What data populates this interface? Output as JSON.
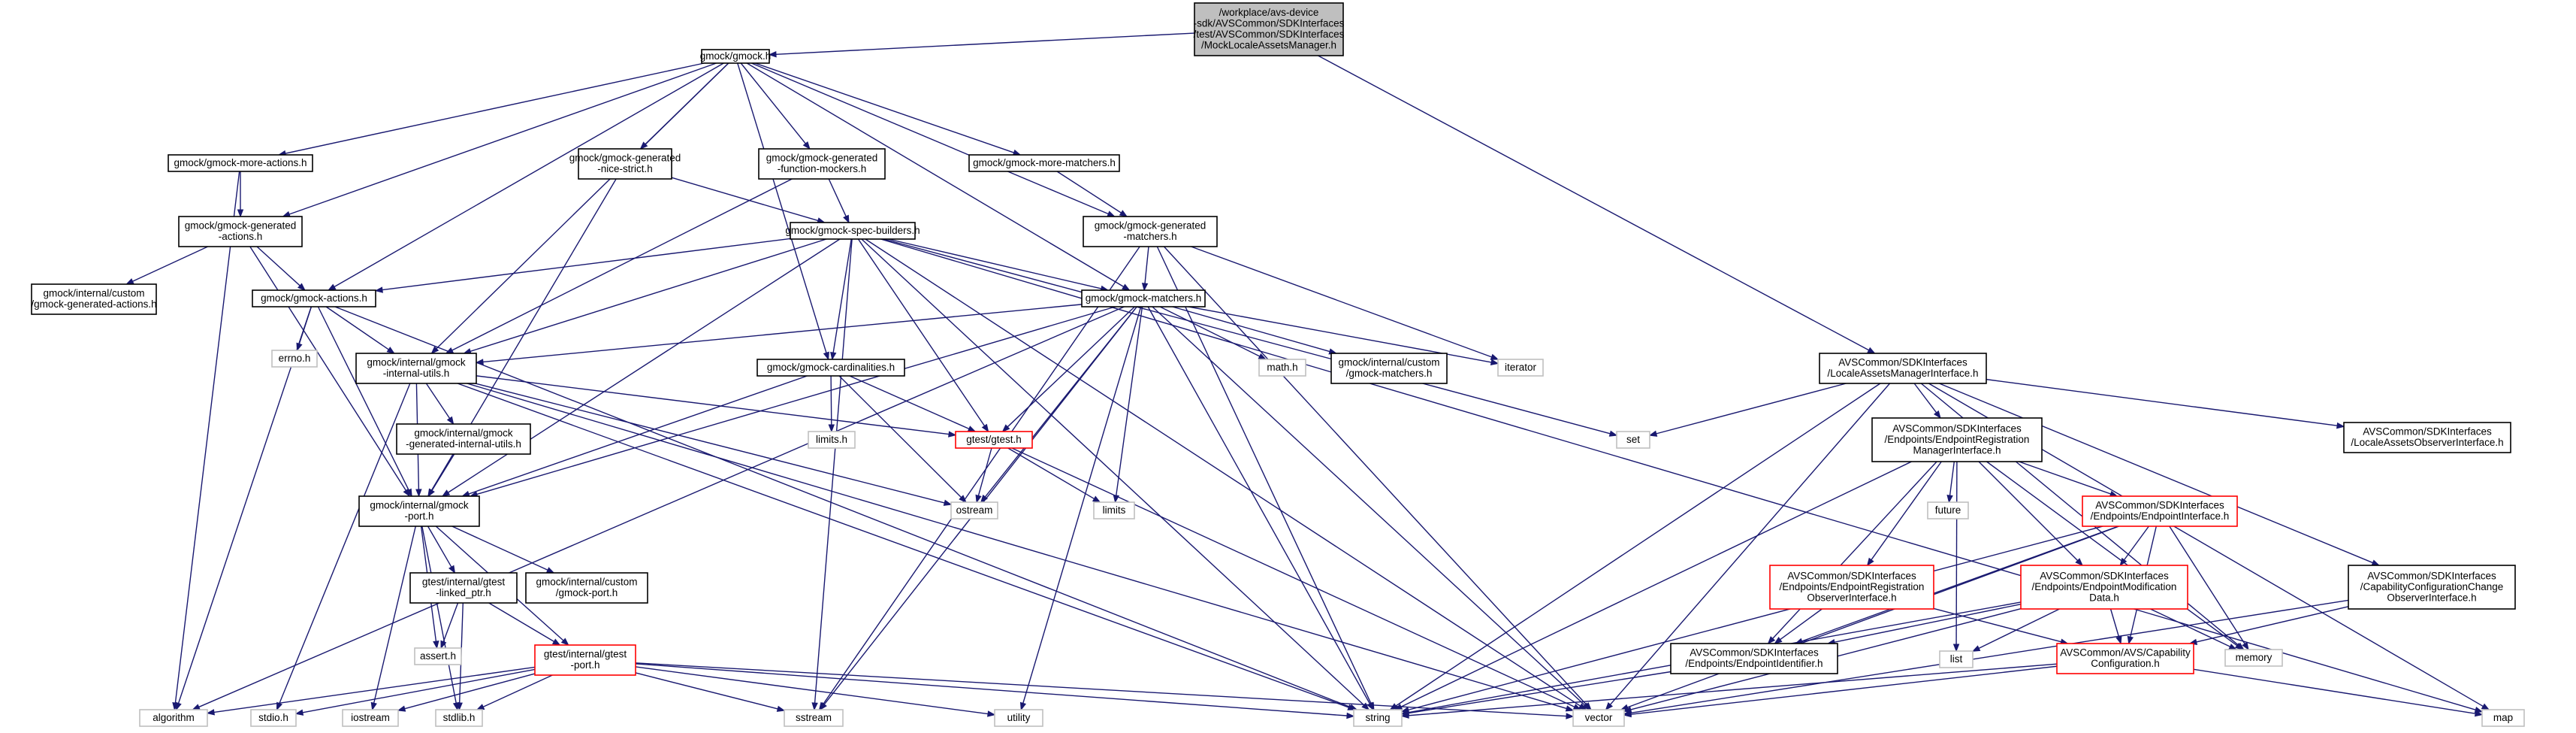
{
  "diagram": {
    "kind": "include-dependency-graph",
    "colors": {
      "edge": "#191970",
      "root_fill": "#bfbfbf",
      "normal_border": "#000000",
      "truncated_border": "#ff0000",
      "external_border": "#bfbfbf"
    },
    "nodes": [
      {
        "id": "root",
        "style": "root",
        "lines": [
          "/workplace/avs-device",
          "-sdk/AVSCommon/SDKInterfaces",
          "/test/AVSCommon/SDKInterfaces",
          "/MockLocaleAssetsManager.h"
        ]
      },
      {
        "id": "gmock",
        "style": "normal",
        "lines": [
          "gmock/gmock.h"
        ]
      },
      {
        "id": "gmock_more_actions",
        "style": "normal",
        "lines": [
          "gmock/gmock-more-actions.h"
        ]
      },
      {
        "id": "gmock_gen_nice_strict",
        "style": "normal",
        "lines": [
          "gmock/gmock-generated",
          "-nice-strict.h"
        ]
      },
      {
        "id": "gmock_gen_function_mockers",
        "style": "normal",
        "lines": [
          "gmock/gmock-generated",
          "-function-mockers.h"
        ]
      },
      {
        "id": "gmock_more_matchers",
        "style": "normal",
        "lines": [
          "gmock/gmock-more-matchers.h"
        ]
      },
      {
        "id": "gmock_gen_actions",
        "style": "normal",
        "lines": [
          "gmock/gmock-generated",
          "-actions.h"
        ]
      },
      {
        "id": "gmock_gen_matchers",
        "style": "normal",
        "lines": [
          "gmock/gmock-generated",
          "-matchers.h"
        ]
      },
      {
        "id": "gmock_spec_builders",
        "style": "normal",
        "lines": [
          "gmock/gmock-spec-builders.h"
        ]
      },
      {
        "id": "internal_custom_gen_actions",
        "style": "normal",
        "lines": [
          "gmock/internal/custom",
          "/gmock-generated-actions.h"
        ]
      },
      {
        "id": "gmock_actions",
        "style": "normal",
        "lines": [
          "gmock/gmock-actions.h"
        ]
      },
      {
        "id": "gmock_matchers",
        "style": "normal",
        "lines": [
          "gmock/gmock-matchers.h"
        ]
      },
      {
        "id": "errno",
        "style": "gray",
        "lines": [
          "errno.h"
        ]
      },
      {
        "id": "gmock_internal_utils",
        "style": "normal",
        "lines": [
          "gmock/internal/gmock",
          "-internal-utils.h"
        ]
      },
      {
        "id": "gmock_cardinalities",
        "style": "normal",
        "lines": [
          "gmock/gmock-cardinalities.h"
        ]
      },
      {
        "id": "math",
        "style": "gray",
        "lines": [
          "math.h"
        ]
      },
      {
        "id": "internal_custom_matchers",
        "style": "normal",
        "lines": [
          "gmock/internal/custom",
          "/gmock-matchers.h"
        ]
      },
      {
        "id": "iterator",
        "style": "gray",
        "lines": [
          "iterator"
        ]
      },
      {
        "id": "gmock_gen_internal_utils",
        "style": "normal",
        "lines": [
          "gmock/internal/gmock",
          "-generated-internal-utils.h"
        ]
      },
      {
        "id": "limits_h",
        "style": "gray",
        "lines": [
          "limits.h"
        ]
      },
      {
        "id": "gtest",
        "style": "red",
        "lines": [
          "gtest/gtest.h"
        ]
      },
      {
        "id": "gmock_port",
        "style": "normal",
        "lines": [
          "gmock/internal/gmock",
          "-port.h"
        ]
      },
      {
        "id": "ostream",
        "style": "gray",
        "lines": [
          "ostream"
        ]
      },
      {
        "id": "limits",
        "style": "gray",
        "lines": [
          "limits"
        ]
      },
      {
        "id": "gtest_linked_ptr",
        "style": "normal",
        "lines": [
          "gtest/internal/gtest",
          "-linked_ptr.h"
        ]
      },
      {
        "id": "internal_custom_port",
        "style": "normal",
        "lines": [
          "gmock/internal/custom",
          "/gmock-port.h"
        ]
      },
      {
        "id": "assert",
        "style": "gray",
        "lines": [
          "assert.h"
        ]
      },
      {
        "id": "gtest_port",
        "style": "red",
        "lines": [
          "gtest/internal/gtest",
          "-port.h"
        ]
      },
      {
        "id": "algorithm",
        "style": "gray",
        "lines": [
          "algorithm"
        ]
      },
      {
        "id": "stdio",
        "style": "gray",
        "lines": [
          "stdio.h"
        ]
      },
      {
        "id": "iostream",
        "style": "gray",
        "lines": [
          "iostream"
        ]
      },
      {
        "id": "stdlib",
        "style": "gray",
        "lines": [
          "stdlib.h"
        ]
      },
      {
        "id": "sstream",
        "style": "gray",
        "lines": [
          "sstream"
        ]
      },
      {
        "id": "utility",
        "style": "gray",
        "lines": [
          "utility"
        ]
      },
      {
        "id": "string",
        "style": "gray",
        "lines": [
          "string"
        ]
      },
      {
        "id": "vector",
        "style": "gray",
        "lines": [
          "vector"
        ]
      },
      {
        "id": "locale_assets_mgr",
        "style": "normal",
        "lines": [
          "AVSCommon/SDKInterfaces",
          "/LocaleAssetsManagerInterface.h"
        ]
      },
      {
        "id": "set",
        "style": "gray",
        "lines": [
          "set"
        ]
      },
      {
        "id": "endpoint_reg_mgr",
        "style": "normal",
        "lines": [
          "AVSCommon/SDKInterfaces",
          "/Endpoints/EndpointRegistration",
          "ManagerInterface.h"
        ]
      },
      {
        "id": "locale_assets_observer",
        "style": "normal",
        "lines": [
          "AVSCommon/SDKInterfaces",
          "/LocaleAssetsObserverInterface.h"
        ]
      },
      {
        "id": "future",
        "style": "gray",
        "lines": [
          "future"
        ]
      },
      {
        "id": "endpoint_interface",
        "style": "red",
        "lines": [
          "AVSCommon/SDKInterfaces",
          "/Endpoints/EndpointInterface.h"
        ]
      },
      {
        "id": "endpoint_reg_observer",
        "style": "red",
        "lines": [
          "AVSCommon/SDKInterfaces",
          "/Endpoints/EndpointRegistration",
          "ObserverInterface.h"
        ]
      },
      {
        "id": "endpoint_mod_data",
        "style": "red",
        "lines": [
          "AVSCommon/SDKInterfaces",
          "/Endpoints/EndpointModification",
          "Data.h"
        ]
      },
      {
        "id": "cap_config_change_observer",
        "style": "normal",
        "lines": [
          "AVSCommon/SDKInterfaces",
          "/CapabilityConfigurationChange",
          "ObserverInterface.h"
        ]
      },
      {
        "id": "endpoint_identifier",
        "style": "normal",
        "lines": [
          "AVSCommon/SDKInterfaces",
          "/Endpoints/EndpointIdentifier.h"
        ]
      },
      {
        "id": "list",
        "style": "gray",
        "lines": [
          "list"
        ]
      },
      {
        "id": "memory",
        "style": "gray",
        "lines": [
          "memory"
        ]
      },
      {
        "id": "cap_config",
        "style": "red",
        "lines": [
          "AVSCommon/AVS/Capability",
          "Configuration.h"
        ]
      },
      {
        "id": "map",
        "style": "gray",
        "lines": [
          "map"
        ]
      }
    ],
    "edges": [
      [
        "root",
        "gmock"
      ],
      [
        "root",
        "locale_assets_mgr"
      ],
      [
        "gmock",
        "gmock_more_actions"
      ],
      [
        "gmock",
        "gmock_gen_nice_strict"
      ],
      [
        "gmock",
        "gmock_gen_function_mockers"
      ],
      [
        "gmock",
        "gmock_more_matchers"
      ],
      [
        "gmock",
        "gmock_gen_actions"
      ],
      [
        "gmock",
        "gmock_gen_matchers"
      ],
      [
        "gmock",
        "gmock_actions"
      ],
      [
        "gmock",
        "gmock_matchers"
      ],
      [
        "gmock",
        "gmock_internal_utils"
      ],
      [
        "gmock",
        "gmock_cardinalities"
      ],
      [
        "gmock_more_actions",
        "gmock_gen_actions"
      ],
      [
        "gmock_more_actions",
        "algorithm"
      ],
      [
        "gmock_gen_nice_strict",
        "gmock_port"
      ],
      [
        "gmock_gen_nice_strict",
        "gmock_spec_builders"
      ],
      [
        "gmock_gen_function_mockers",
        "gmock_spec_builders"
      ],
      [
        "gmock_gen_function_mockers",
        "gmock_internal_utils"
      ],
      [
        "gmock_more_matchers",
        "gmock_gen_matchers"
      ],
      [
        "gmock_gen_actions",
        "internal_custom_gen_actions"
      ],
      [
        "gmock_gen_actions",
        "gmock_actions"
      ],
      [
        "gmock_gen_actions",
        "gmock_port"
      ],
      [
        "gmock_gen_matchers",
        "gmock_matchers"
      ],
      [
        "gmock_gen_matchers",
        "iterator"
      ],
      [
        "gmock_gen_matchers",
        "sstream"
      ],
      [
        "gmock_gen_matchers",
        "string"
      ],
      [
        "gmock_gen_matchers",
        "vector"
      ],
      [
        "gmock_spec_builders",
        "gmock_actions"
      ],
      [
        "gmock_spec_builders",
        "gmock_matchers"
      ],
      [
        "gmock_spec_builders",
        "gmock_cardinalities"
      ],
      [
        "gmock_spec_builders",
        "gmock_internal_utils"
      ],
      [
        "gmock_spec_builders",
        "gmock_port"
      ],
      [
        "gmock_spec_builders",
        "gtest"
      ],
      [
        "gmock_spec_builders",
        "set"
      ],
      [
        "gmock_spec_builders",
        "map"
      ],
      [
        "gmock_spec_builders",
        "vector"
      ],
      [
        "gmock_spec_builders",
        "sstream"
      ],
      [
        "gmock_spec_builders",
        "string"
      ],
      [
        "gmock_actions",
        "errno"
      ],
      [
        "gmock_actions",
        "algorithm"
      ],
      [
        "gmock_actions",
        "gmock_internal_utils"
      ],
      [
        "gmock_actions",
        "gmock_port"
      ],
      [
        "gmock_actions",
        "string"
      ],
      [
        "gmock_matchers",
        "math"
      ],
      [
        "gmock_matchers",
        "internal_custom_matchers"
      ],
      [
        "gmock_matchers",
        "iterator"
      ],
      [
        "gmock_matchers",
        "gmock_internal_utils"
      ],
      [
        "gmock_matchers",
        "gmock_port"
      ],
      [
        "gmock_matchers",
        "gtest"
      ],
      [
        "gmock_matchers",
        "algorithm"
      ],
      [
        "gmock_matchers",
        "limits"
      ],
      [
        "gmock_matchers",
        "ostream"
      ],
      [
        "gmock_matchers",
        "sstream"
      ],
      [
        "gmock_matchers",
        "string"
      ],
      [
        "gmock_matchers",
        "utility"
      ],
      [
        "gmock_matchers",
        "vector"
      ],
      [
        "gmock_internal_utils",
        "gmock_gen_internal_utils"
      ],
      [
        "gmock_internal_utils",
        "gmock_port"
      ],
      [
        "gmock_internal_utils",
        "gtest"
      ],
      [
        "gmock_internal_utils",
        "ostream"
      ],
      [
        "gmock_internal_utils",
        "stdio"
      ],
      [
        "gmock_internal_utils",
        "string"
      ],
      [
        "gmock_internal_utils",
        "vector"
      ],
      [
        "gmock_cardinalities",
        "limits_h"
      ],
      [
        "gmock_cardinalities",
        "ostream"
      ],
      [
        "gmock_cardinalities",
        "gmock_port"
      ],
      [
        "gmock_cardinalities",
        "gtest"
      ],
      [
        "gmock_gen_internal_utils",
        "gmock_port"
      ],
      [
        "gtest",
        "ostream"
      ],
      [
        "gtest",
        "limits"
      ],
      [
        "gtest",
        "vector"
      ],
      [
        "gmock_port",
        "assert"
      ],
      [
        "gmock_port",
        "stdlib"
      ],
      [
        "gmock_port",
        "iostream"
      ],
      [
        "gmock_port",
        "gtest_linked_ptr"
      ],
      [
        "gmock_port",
        "internal_custom_port"
      ],
      [
        "gmock_port",
        "gtest_port"
      ],
      [
        "gtest_linked_ptr",
        "assert"
      ],
      [
        "gtest_linked_ptr",
        "stdlib"
      ],
      [
        "gtest_linked_ptr",
        "gtest_port"
      ],
      [
        "gtest_port",
        "algorithm"
      ],
      [
        "gtest_port",
        "stdio"
      ],
      [
        "gtest_port",
        "iostream"
      ],
      [
        "gtest_port",
        "stdlib"
      ],
      [
        "gtest_port",
        "sstream"
      ],
      [
        "gtest_port",
        "utility"
      ],
      [
        "gtest_port",
        "string"
      ],
      [
        "gtest_port",
        "vector"
      ],
      [
        "locale_assets_mgr",
        "set"
      ],
      [
        "locale_assets_mgr",
        "endpoint_reg_mgr"
      ],
      [
        "locale_assets_mgr",
        "locale_assets_observer"
      ],
      [
        "locale_assets_mgr",
        "cap_config_change_observer"
      ],
      [
        "locale_assets_mgr",
        "memory"
      ],
      [
        "locale_assets_mgr",
        "string"
      ],
      [
        "locale_assets_mgr",
        "vector"
      ],
      [
        "locale_assets_mgr",
        "map"
      ],
      [
        "endpoint_reg_mgr",
        "future"
      ],
      [
        "endpoint_reg_mgr",
        "endpoint_interface"
      ],
      [
        "endpoint_reg_mgr",
        "endpoint_reg_observer"
      ],
      [
        "endpoint_reg_mgr",
        "endpoint_mod_data"
      ],
      [
        "endpoint_reg_mgr",
        "endpoint_identifier"
      ],
      [
        "endpoint_reg_mgr",
        "list"
      ],
      [
        "endpoint_reg_mgr",
        "memory"
      ],
      [
        "endpoint_reg_mgr",
        "string"
      ],
      [
        "endpoint_interface",
        "endpoint_mod_data"
      ],
      [
        "endpoint_interface",
        "endpoint_identifier"
      ],
      [
        "endpoint_interface",
        "cap_config"
      ],
      [
        "endpoint_interface",
        "memory"
      ],
      [
        "endpoint_interface",
        "string"
      ],
      [
        "endpoint_interface",
        "vector"
      ],
      [
        "endpoint_reg_observer",
        "endpoint_identifier"
      ],
      [
        "endpoint_reg_observer",
        "cap_config"
      ],
      [
        "endpoint_mod_data",
        "endpoint_identifier"
      ],
      [
        "endpoint_mod_data",
        "cap_config"
      ],
      [
        "endpoint_mod_data",
        "list"
      ],
      [
        "endpoint_mod_data",
        "memory"
      ],
      [
        "endpoint_mod_data",
        "string"
      ],
      [
        "endpoint_mod_data",
        "vector"
      ],
      [
        "cap_config_change_observer",
        "cap_config"
      ],
      [
        "cap_config_change_observer",
        "vector"
      ],
      [
        "endpoint_identifier",
        "string"
      ],
      [
        "cap_config",
        "map"
      ],
      [
        "cap_config",
        "string"
      ],
      [
        "cap_config",
        "vector"
      ]
    ]
  }
}
